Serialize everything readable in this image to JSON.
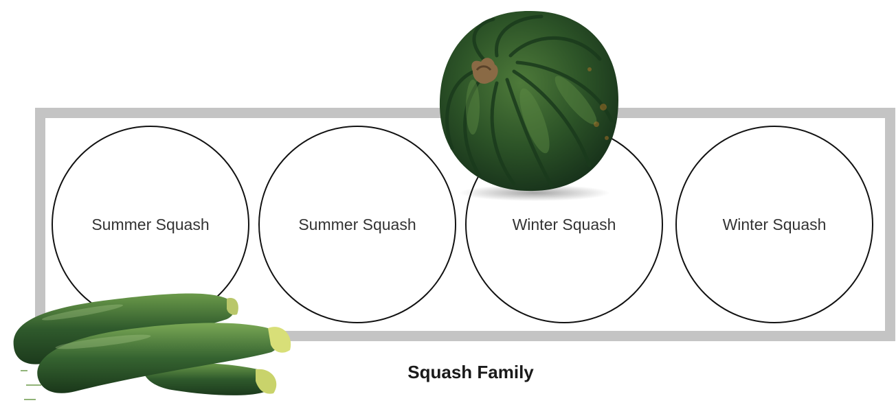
{
  "diagram": {
    "circles": [
      {
        "label": "Summer Squash"
      },
      {
        "label": "Summer Squash"
      },
      {
        "label": "Winter Squash"
      },
      {
        "label": "Winter Squash"
      }
    ],
    "title": "Squash Family",
    "images": {
      "acorn_squash": "acorn-squash-photo",
      "zucchini": "zucchini-photo"
    },
    "colors": {
      "frame": "#c4c4c4",
      "circle_stroke": "#111111",
      "squash_green": "#2f5a2c"
    }
  }
}
